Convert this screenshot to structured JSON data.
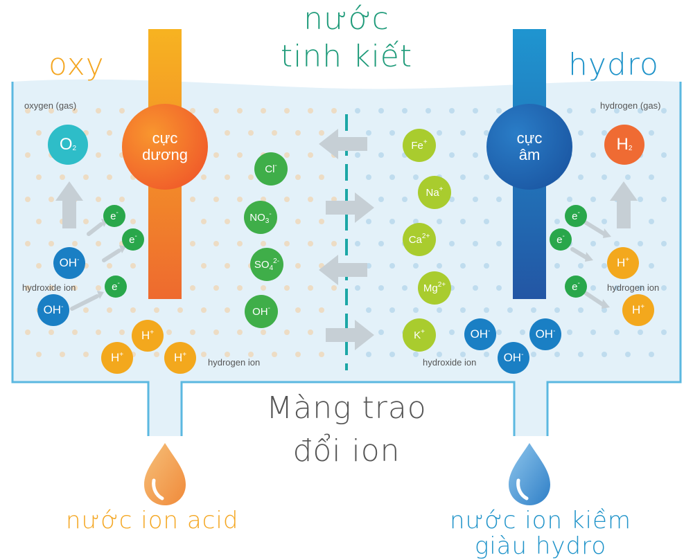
{
  "titles": {
    "water": [
      "nước",
      "tinh kiết"
    ],
    "oxy": "oxy",
    "hydro": "hydro",
    "membrane": [
      "Màng trao",
      "đổi ion"
    ],
    "acid": "nước ion acid",
    "alkaline": [
      "nước ion kiềm",
      "giàu hydro"
    ]
  },
  "labels": {
    "oxygen_gas": "oxygen (gas)",
    "hydrogen_gas": "hydrogen (gas)",
    "hydroxide_left": "hydroxide ion",
    "hydrogen_bottom": "hydrogen ion",
    "hydroxide_bottom": "hydroxide ion",
    "hydrogen_right": "hydrogen ion"
  },
  "electrodes": {
    "anode": [
      "cực",
      "dương"
    ],
    "cathode": [
      "cực",
      "âm"
    ]
  },
  "gases": {
    "oxygen": {
      "sym": "O",
      "sub": "2"
    },
    "hydrogen": {
      "sym": "H",
      "sub": "2"
    }
  },
  "ions": {
    "electron": {
      "sym": "e",
      "sup": "-"
    },
    "hydroxide": {
      "sym": "OH",
      "sup": "-"
    },
    "proton": {
      "sym": "H",
      "sup": "+"
    },
    "chloride": {
      "sym": "Cl",
      "sup": "-"
    },
    "nitrate": {
      "sym": "NO",
      "sub": "3",
      "sup": "-"
    },
    "sulfate": {
      "sym": "SO",
      "sub": "4",
      "sup": "2-"
    },
    "iron": {
      "sym": "Fe",
      "sup": "+"
    },
    "sodium": {
      "sym": "Na",
      "sup": "+"
    },
    "calcium": {
      "sym": "Ca",
      "sup": "2+"
    },
    "magnesium": {
      "sym": "Mg",
      "sup": "2+"
    },
    "potassium": {
      "sym": "K",
      "sup": "+"
    }
  },
  "colors": {
    "water_fill": "#e3f1f9",
    "water_border": "#5bb8e0",
    "anode_top": "#f7b321",
    "anode_bottom": "#ee6a2f",
    "cathode_top": "#1f95d0",
    "cathode_bottom": "#2356a4",
    "membrane": "#1ca7a6",
    "arrow": "#c6cfd5",
    "dot_left": "#eddcc4",
    "dot_right": "#bfdcee"
  }
}
